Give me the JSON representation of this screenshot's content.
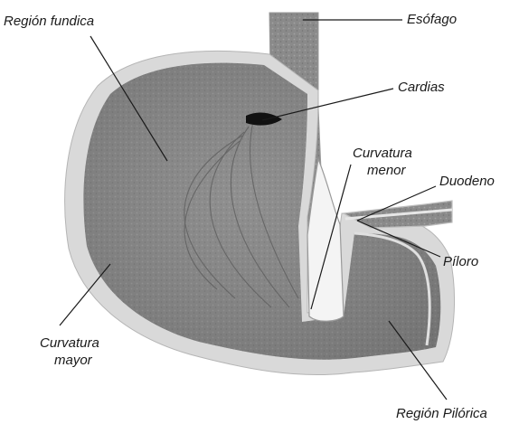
{
  "labels": {
    "region_fundica": "Región fundica",
    "esofago": "Esófago",
    "cardias": "Cardias",
    "curvatura_menor_1": "Curvatura",
    "curvatura_menor_2": "menor",
    "duodeno": "Duodeno",
    "piloro": "Píloro",
    "curvatura_mayor_1": "Curvatura",
    "curvatura_mayor_2": "mayor",
    "region_pilorica": "Región Pilórica"
  },
  "colors": {
    "stomach_fill": "#8c8c8c",
    "stomach_dark": "#6e6e6e",
    "wall_light": "#d6d6d6",
    "lumen_white": "#f2f2f2",
    "text": "#1a1a1a"
  }
}
